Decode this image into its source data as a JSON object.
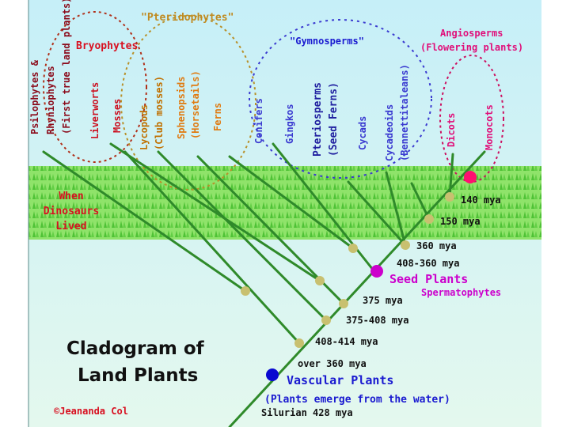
{
  "title_lines": [
    "Cladogram of",
    "Land Plants"
  ],
  "credit": "©Jeananda Col",
  "dinosaurs_lines": [
    "When",
    "Dinosaurs",
    "Lived"
  ],
  "root": {
    "label": "Vascular Plants",
    "time": "over 360 mya",
    "note": "(Plants emerge from the water)",
    "bottom": "Silurian 428 mya"
  },
  "seed_plants": {
    "label": "Seed Plants",
    "sub": "Spermatophytes"
  },
  "node_times": [
    "408-414 mya",
    "375-408 mya",
    "375 mya",
    "408-360 mya",
    "360 mya",
    "150 mya",
    "140 mya"
  ],
  "groups": {
    "pteridophytes": "\"Pteridophytes\"",
    "bryophytes": "Bryophytes",
    "gymnosperms": "\"Gymnosperms\"",
    "angiosperms": [
      "Angiosperms",
      "(Flowering plants)"
    ]
  },
  "taxa": [
    {
      "name": "psilophytes",
      "lines": [
        "Psilophytes &",
        "Rhyniophytes",
        "(First true land plants)"
      ],
      "color": "#8b0a1a"
    },
    {
      "name": "liverworts",
      "lines": [
        "Liverworts"
      ],
      "color": "#cc1020"
    },
    {
      "name": "mosses",
      "lines": [
        "Mosses"
      ],
      "color": "#cc1020"
    },
    {
      "name": "lycopods",
      "lines": [
        "Lycopods",
        "(Club mosses)"
      ],
      "color": "#c07000"
    },
    {
      "name": "sphenopsids",
      "lines": [
        "Sphenopsids",
        "(Horsetails)"
      ],
      "color": "#e07a10"
    },
    {
      "name": "ferns",
      "lines": [
        "Ferns"
      ],
      "color": "#e07a10"
    },
    {
      "name": "conifers",
      "lines": [
        "Conifers"
      ],
      "color": "#3a3ad0"
    },
    {
      "name": "gingkos",
      "lines": [
        "Gingkos"
      ],
      "color": "#3a3ad0"
    },
    {
      "name": "pteriosperms",
      "lines": [
        "Pteriosperms",
        "(Seed Ferns)"
      ],
      "color": "#2020a0"
    },
    {
      "name": "cycads",
      "lines": [
        "Cycads"
      ],
      "color": "#3a3ad0"
    },
    {
      "name": "cycadeoids",
      "lines": [
        "Cycadeoids",
        "(Bennettitaleans)"
      ],
      "color": "#3a3ad0"
    },
    {
      "name": "dicots",
      "lines": [
        "Dicots"
      ],
      "color": "#e0107a"
    },
    {
      "name": "monocots",
      "lines": [
        "Monocots"
      ],
      "color": "#e0107a"
    }
  ],
  "colors": {
    "sky_top": "#c8f0f8",
    "sky_bottom": "#dff7f0",
    "grass": "#6fd84a",
    "branch": "#2f8a2a",
    "node": "#c8c070",
    "vascular_node": "#0a0ad0",
    "seed_node": "#cc00cc",
    "angio_node": "#ff1070",
    "blue_text": "#1a1ad0",
    "magenta_text": "#cc00cc",
    "red_text": "#d81020"
  }
}
